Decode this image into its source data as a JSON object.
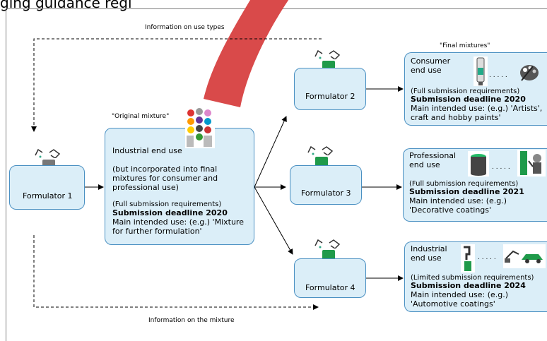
{
  "top_partial_text": "ging guidance regi",
  "labels": {
    "info_use_types": "Information on use types",
    "info_mixture": "Information on the mixture",
    "final_mixtures": "\"Final mixtures\"",
    "original_mixture": "\"Original mixture\""
  },
  "formulators": {
    "f1": "Formulator 1",
    "f2": "Formulator 2",
    "f3": "Formulator 3",
    "f4": "Formulator 4"
  },
  "original_box": {
    "use": "Industrial end use",
    "note": "(but incorporated into final\nmixtures for consumer and\nprofessional use)",
    "req": "(Full submission requirements)",
    "deadline": "Submission deadline 2020",
    "main_use": "Main intended use: (e.g.) 'Mixture\nfor further formulation'"
  },
  "final_boxes": [
    {
      "use": "Consumer\nend use",
      "req": "(Full submission requirements)",
      "deadline": "Submission deadline 2020",
      "main_use": "Main intended use: (e.g.) 'Artists',\ncraft and hobby paints'"
    },
    {
      "use": "Professional\nend use",
      "req": "(Full submission requirements)",
      "deadline": "Submission deadline 2021",
      "main_use": "Main intended use: (e.g.)\n'Decorative coatings'"
    },
    {
      "use": "Industrial\nend use",
      "req": "(Limited submission requirements)",
      "deadline": "Submission deadline 2024",
      "main_use": "Main intended use: (e.g.)\n'Automotive coatings'"
    }
  ],
  "colors": {
    "box_fill": "#dbeef8",
    "box_border": "#4a90c2",
    "red_shape": "#d94a4a",
    "green_paint": "#1f9a4a"
  }
}
